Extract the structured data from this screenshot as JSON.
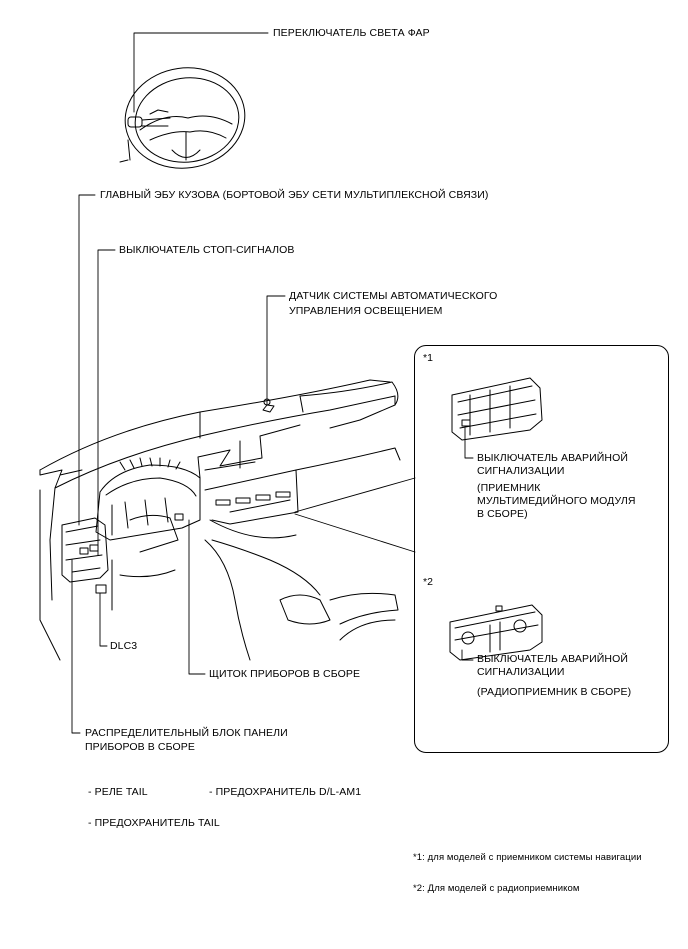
{
  "labels": {
    "headlight_switch": "ПЕРЕКЛЮЧАТЕЛЬ СВЕТА ФАР",
    "main_body_ecu": "ГЛАВНЫЙ ЭБУ КУЗОВА (БОРТОВОЙ ЭБУ СЕТИ МУЛЬТИПЛЕКСНОЙ СВЯЗИ)",
    "stop_light_switch": "ВЫКЛЮЧАТЕЛЬ СТОП-СИГНАЛОВ",
    "light_sensor_line1": "ДАТЧИК СИСТЕМЫ АВТОМАТИЧЕСКОГО",
    "light_sensor_line2": "УПРАВЛЕНИЯ ОСВЕЩЕНИЕМ",
    "dlc3": "DLC3",
    "combination_meter": "ЩИТОК ПРИБОРОВ В СБОРЕ",
    "junction_block_line1": "РАСПРЕДЕЛИТЕЛЬНЫЙ БЛОК ПАНЕЛИ",
    "junction_block_line2": "ПРИБОРОВ В СБОРЕ"
  },
  "relay_list": {
    "tail_relay": "- РЕЛЕ TAIL",
    "dl_am1_fuse": "- ПРЕДОХРАНИТЕЛЬ D/L-AM1",
    "tail_fuse": "- ПРЕДОХРАНИТЕЛЬ TAIL"
  },
  "inset": {
    "marker1": "*1",
    "hazard1_line1": "ВЫКЛЮЧАТЕЛЬ АВАРИЙНОЙ",
    "hazard1_line2": "СИГНАЛИЗАЦИИ",
    "hazard1_sub1": "(ПРИЕМНИК",
    "hazard1_sub2": "МУЛЬТИМЕДИЙНОГО МОДУЛЯ",
    "hazard1_sub3": "В СБОРЕ)",
    "marker2": "*2",
    "hazard2_line1": "ВЫКЛЮЧАТЕЛЬ АВАРИЙНОЙ",
    "hazard2_line2": "СИГНАЛИЗАЦИИ",
    "hazard2_sub": "(РАДИОПРИЕМНИК В СБОРЕ)"
  },
  "footnotes": {
    "note1": "*1: для моделей с приемником системы навигации",
    "note2": "*2: Для моделей с радиоприемником"
  }
}
